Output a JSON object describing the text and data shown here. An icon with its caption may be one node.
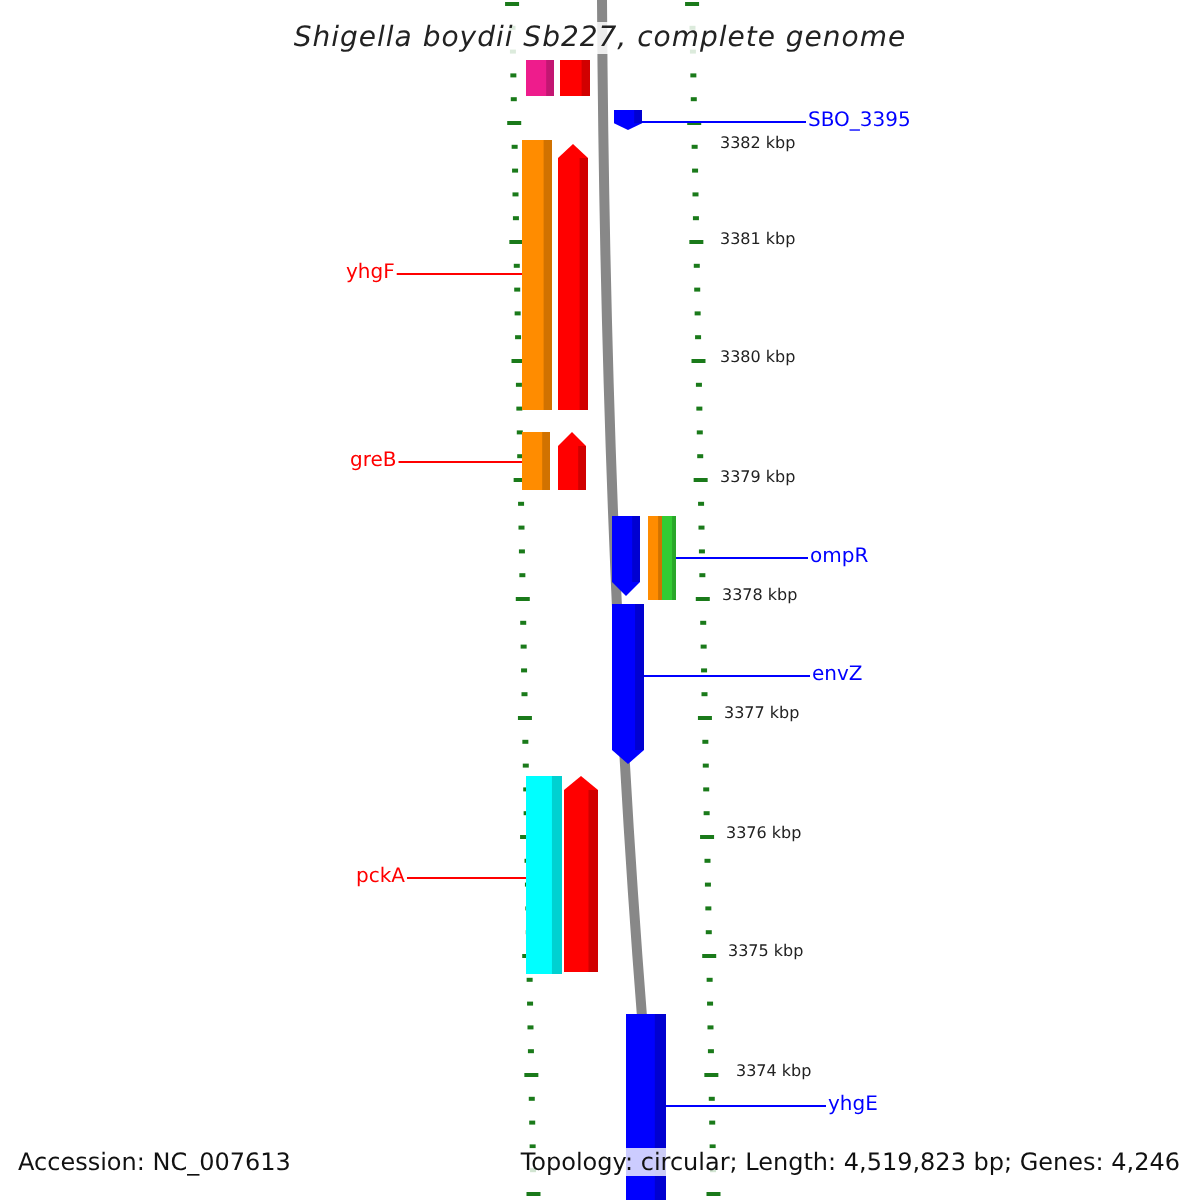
{
  "diagram": {
    "title": "Shigella boydii Sb227, complete genome",
    "nodes": [
      {
        "text": [],
        "shape": "bar"
      },
      {
        "text": [],
        "shape": "bar"
      },
      {
        "text": [],
        "shape": "pentagon"
      },
      {
        "text": [
          "SBO_3395"
        ]
      },
      {
        "text": [],
        "shape": "bar"
      },
      {
        "text": [],
        "shape": "pentagon"
      },
      {
        "text": [
          "yhgF"
        ]
      },
      {
        "text": [],
        "shape": "bar"
      },
      {
        "text": [],
        "shape": "pentagon"
      },
      {
        "text": [
          "greB"
        ]
      },
      {
        "text": [],
        "shape": "pentagon"
      },
      {
        "text": [],
        "shape": "bar"
      },
      {
        "text": [],
        "shape": "bar"
      },
      {
        "text": [
          "ompR"
        ]
      },
      {
        "text": [],
        "shape": "pentagon"
      },
      {
        "text": [
          "envZ"
        ]
      },
      {
        "text": [],
        "shape": "bar"
      },
      {
        "text": [],
        "shape": "pentagon"
      },
      {
        "text": [
          "pckA"
        ]
      },
      {
        "text": [],
        "shape": "bar"
      },
      {
        "text": [
          "yhgE"
        ]
      }
    ],
    "edges": [
      {
        "from": 3,
        "to": 2,
        "arrow": "none"
      },
      {
        "from": 6,
        "to": 4,
        "arrow": "none",
        "color": "#ff0000"
      },
      {
        "from": 9,
        "to": 7,
        "arrow": "none",
        "color": "#ff0000"
      },
      {
        "from": 13,
        "to": 12,
        "arrow": "none"
      },
      {
        "from": 15,
        "to": 14,
        "arrow": "none"
      },
      {
        "from": 18,
        "to": 16,
        "arrow": "none",
        "color": "#ff0000"
      },
      {
        "from": 20,
        "to": 19,
        "arrow": "none"
      }
    ],
    "labels": [
      "3382 kbp",
      "3381 kbp",
      "3380 kbp",
      "3379 kbp",
      "3378 kbp",
      "3377 kbp",
      "3376 kbp",
      "3375 kbp",
      "3374 kbp",
      "Accession: NC_007613",
      "Topology: circular; Length: 4,519,823 bp; Genes: 4,246"
    ]
  }
}
